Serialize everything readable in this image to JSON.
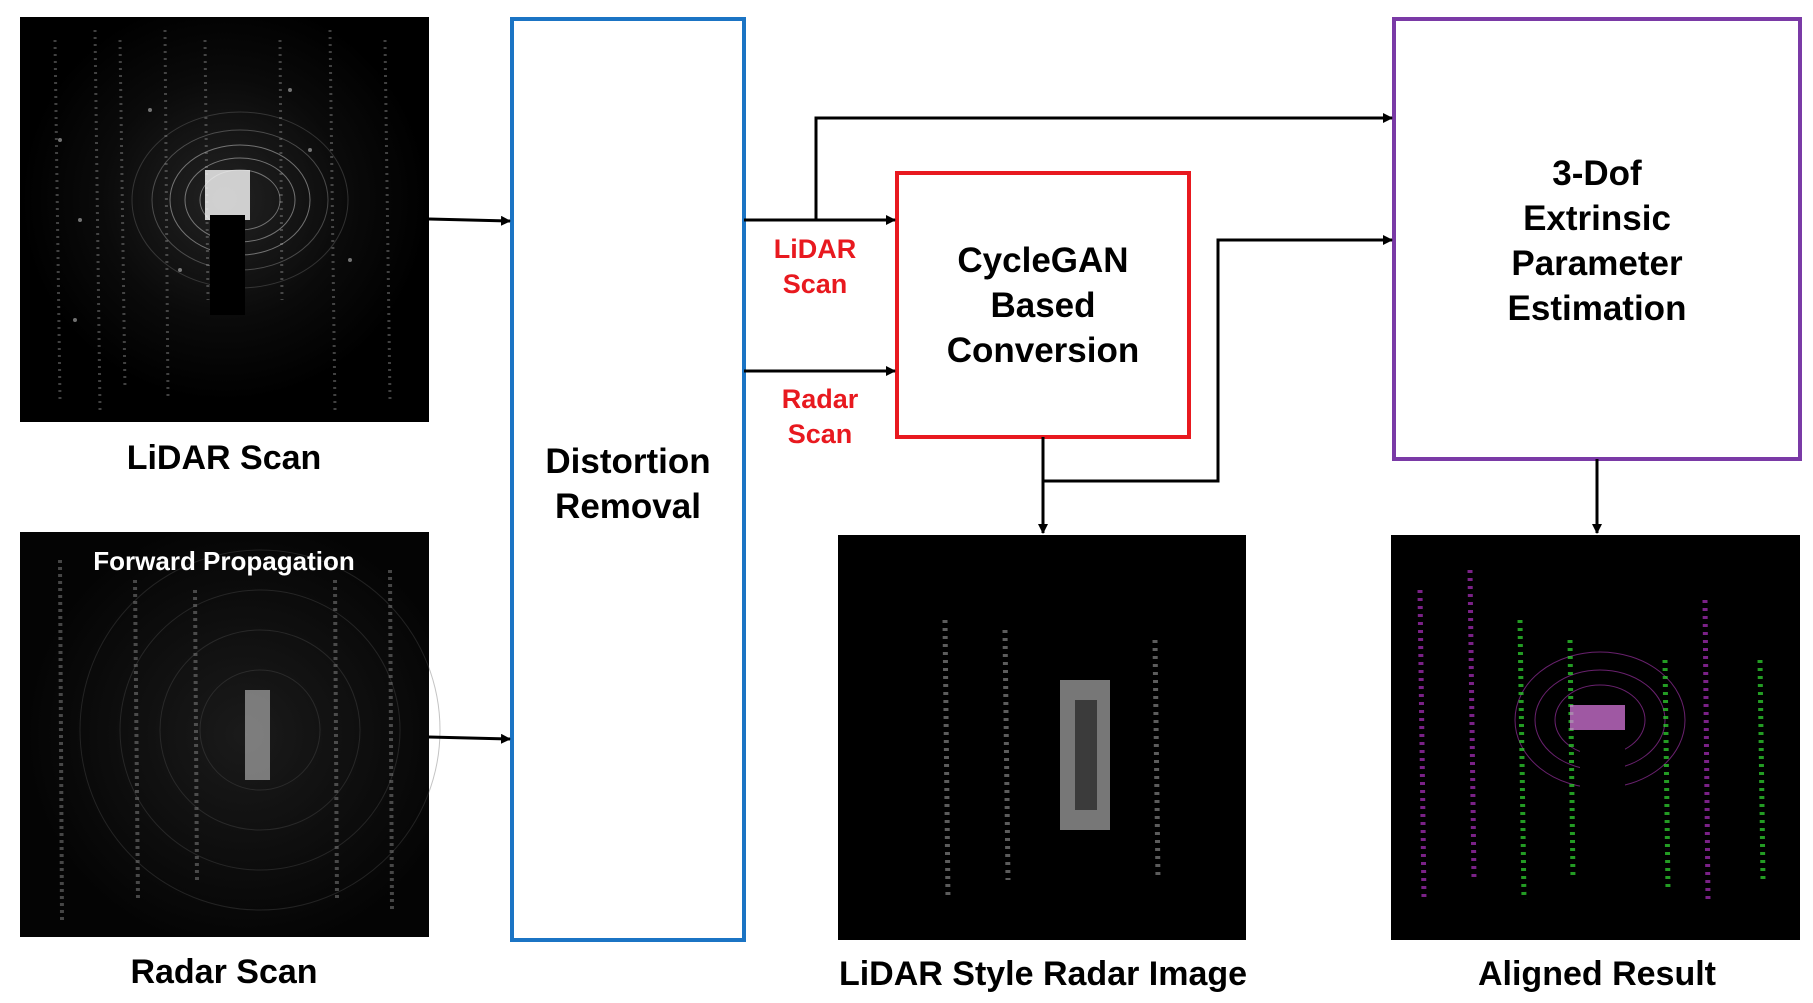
{
  "inputs": {
    "lidar_caption": "LiDAR Scan",
    "radar_caption": "Radar Scan",
    "radar_overlay_text": "Forward Propagation"
  },
  "blocks": {
    "distortion": {
      "line1": "Distortion",
      "line2": "Removal",
      "border_color": "#1b74c4"
    },
    "cyclegan": {
      "line1": "CycleGAN",
      "line2": "Based",
      "line3": "Conversion",
      "border_color": "#e8191f"
    },
    "estimation": {
      "line1": "3-Dof",
      "line2": "Extrinsic",
      "line3": "Parameter",
      "line4": "Estimation",
      "border_color": "#7a3aa6"
    }
  },
  "edge_labels": {
    "lidar_line1": "LiDAR",
    "lidar_line2": "Scan",
    "radar_line1": "Radar",
    "radar_line2": "Scan",
    "color": "#e8191f"
  },
  "outputs": {
    "converted_caption": "LiDAR Style Radar Image",
    "aligned_caption": "Aligned Result"
  }
}
